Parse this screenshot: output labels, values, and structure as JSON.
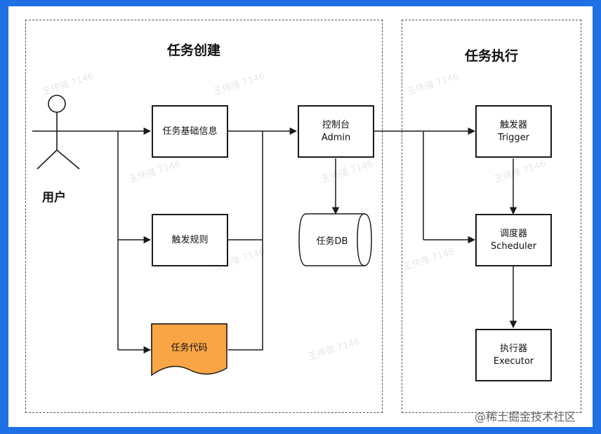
{
  "groups": {
    "creation_title": "任务创建",
    "execution_title": "任务执行"
  },
  "actor": {
    "label": "用户",
    "icon": "person-stick-figure-icon"
  },
  "nodes": {
    "basic_info": "任务基础信息",
    "trigger_rule": "触发规则",
    "task_code": "任务代码",
    "console": {
      "line1": "控制台",
      "line2": "Admin"
    },
    "task_db": "任务DB",
    "trigger": {
      "line1": "触发器",
      "line2": "Trigger"
    },
    "scheduler": {
      "line1": "调度器",
      "line2": "Scheduler"
    },
    "executor": {
      "line1": "执行器",
      "line2": "Executor"
    }
  },
  "colors": {
    "frame_blue": "#1f6fe5",
    "task_code_fill": "#f9a545",
    "line": "#1a1a1a"
  },
  "watermark": "王伟强 7146",
  "footer": "@稀土掘金技术社区"
}
